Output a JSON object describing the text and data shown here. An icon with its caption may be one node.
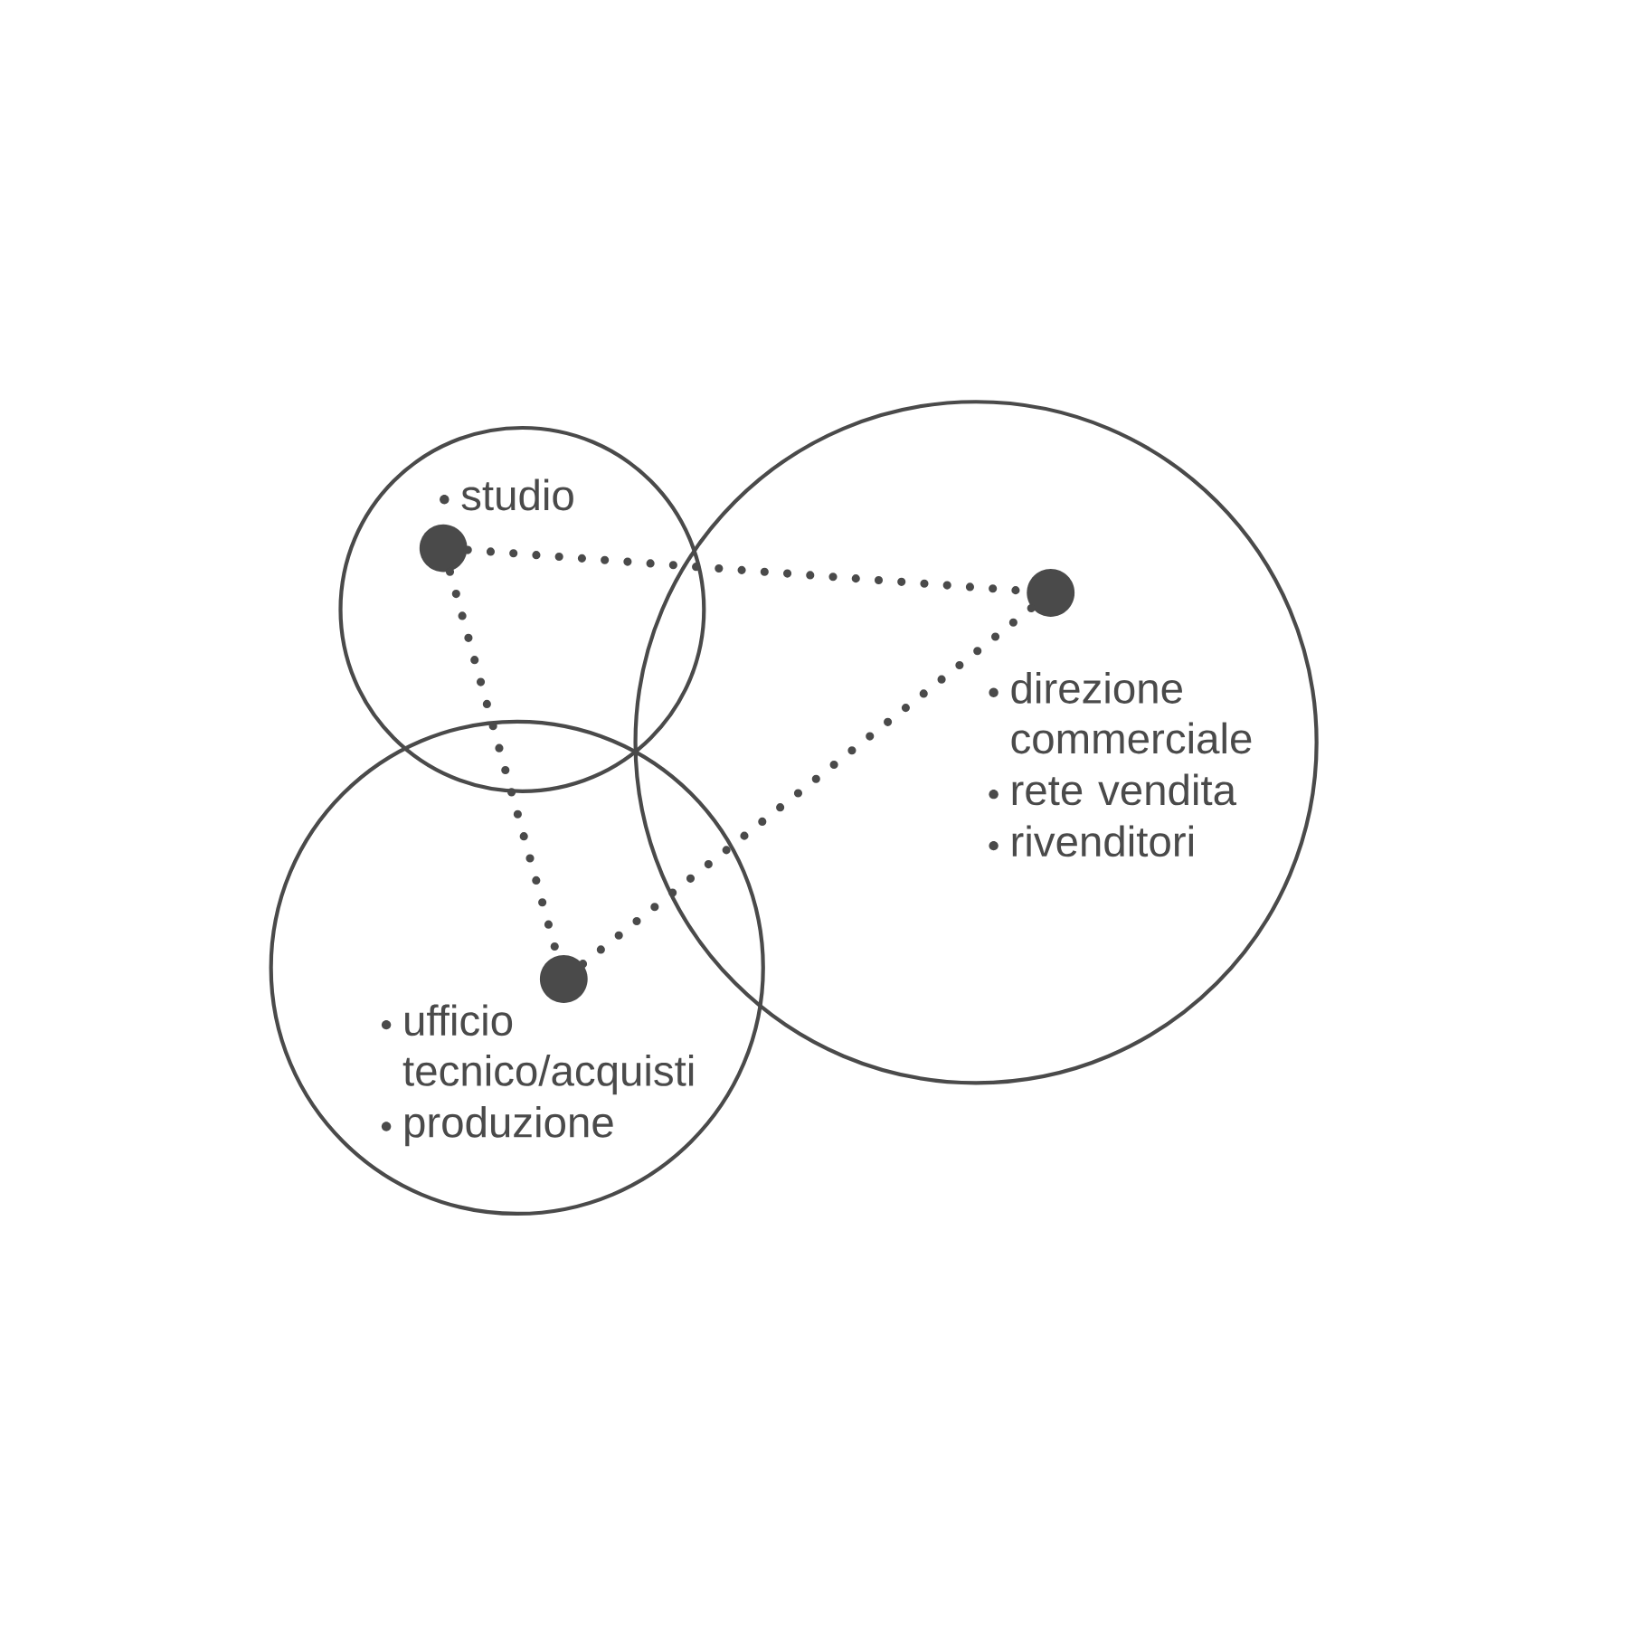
{
  "diagram": {
    "nodes": [
      {
        "text": [
          "studio"
        ]
      },
      {
        "text": [],
        "shape": "circle",
        "in": 0
      },
      {
        "text": [
          "direzione commerciale",
          "rete vendita",
          "rivenditori"
        ]
      },
      {
        "text": [],
        "shape": "circle",
        "in": 2
      },
      {
        "text": [
          "ufficio tecnico/acquisti",
          "produzione"
        ]
      },
      {
        "text": [],
        "shape": "circle",
        "in": 4
      }
    ],
    "edges": [
      {
        "from": 1,
        "to": 3,
        "arrow": "none"
      },
      {
        "from": 1,
        "to": 5,
        "arrow": "none"
      },
      {
        "from": 5,
        "to": 3,
        "arrow": "none"
      }
    ]
  }
}
